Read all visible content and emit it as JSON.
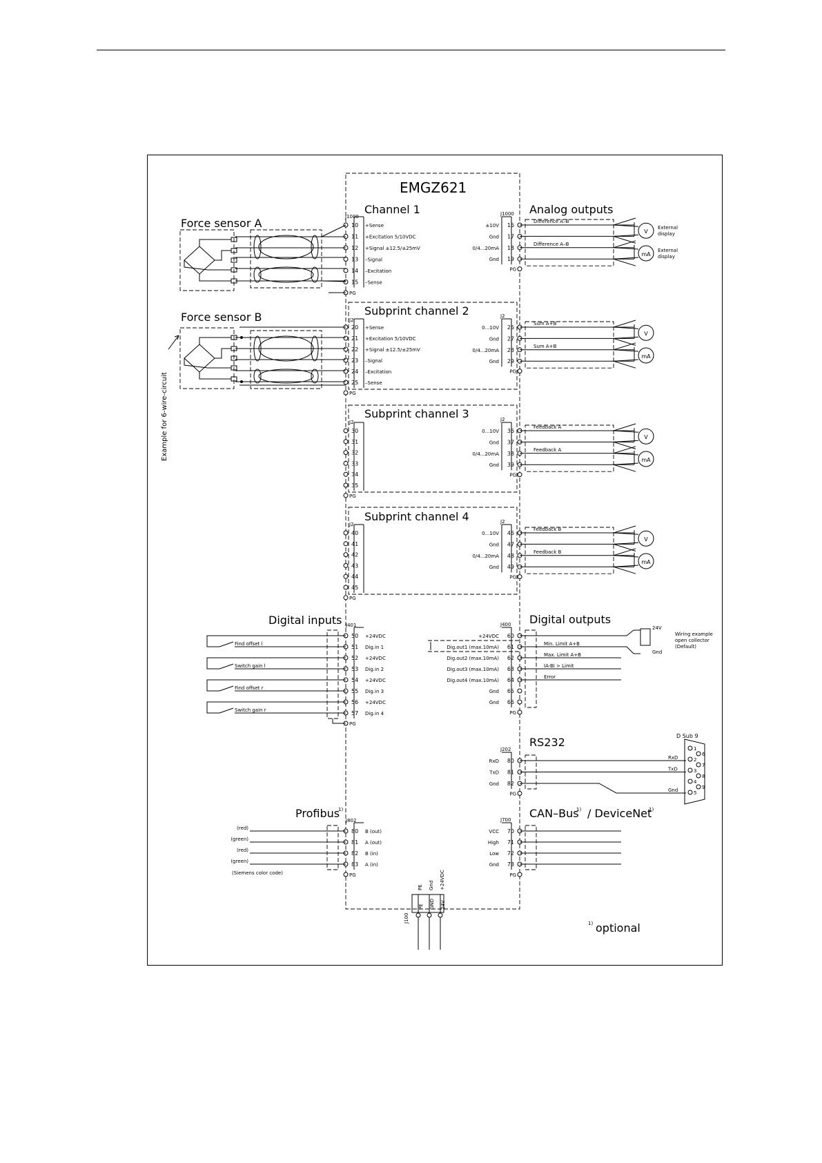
{
  "device": {
    "title": "EMGZ621",
    "footnote": "optional",
    "footnote_mark": "1)"
  },
  "vertical_note": "Example for 6-wire-circuit",
  "channel1": {
    "title": "Channel 1",
    "connector": "J1000",
    "sensor_label": "Force sensor A",
    "pins": [
      {
        "n": "10",
        "label": "+Sense"
      },
      {
        "n": "11",
        "label": "+Excitation 5/10VDC"
      },
      {
        "n": "12",
        "label": "+Signal ±12.5/±25mV"
      },
      {
        "n": "13",
        "label": "–Signal"
      },
      {
        "n": "14",
        "label": "–Excitation"
      },
      {
        "n": "15",
        "label": "–Sense"
      }
    ],
    "pg": "PG"
  },
  "channel2": {
    "title": "Subprint channel 2",
    "connector": "J2",
    "sensor_label": "Force sensor B",
    "pins": [
      {
        "n": "20",
        "label": "+Sense"
      },
      {
        "n": "21",
        "label": "+Excitation 5/10VDC"
      },
      {
        "n": "22",
        "label": "+Signal ±12.5/±25mV"
      },
      {
        "n": "23",
        "label": "–Signal"
      },
      {
        "n": "24",
        "label": "–Excitation"
      },
      {
        "n": "25",
        "label": "–Sense"
      }
    ],
    "pg": "PG"
  },
  "channel3": {
    "title": "Subprint channel 3",
    "connector": "J2",
    "pins": [
      "30",
      "31",
      "32",
      "33",
      "34",
      "35"
    ],
    "pg": "PG"
  },
  "channel4": {
    "title": "Subprint channel 4",
    "connector": "J2",
    "pins": [
      "40",
      "41",
      "42",
      "43",
      "44",
      "45"
    ],
    "pg": "PG"
  },
  "analog_outputs": {
    "title": "Analog outputs",
    "groups": [
      {
        "connector": "J1000",
        "pins": [
          {
            "n": "16",
            "label": "±10V",
            "sig": "Difference A–B",
            "meter": "V",
            "display": "External display"
          },
          {
            "n": "17",
            "label": "Gnd"
          },
          {
            "n": "18",
            "label": "0/4...20mA",
            "sig": "Difference A–B",
            "meter": "mA",
            "display": "External display"
          },
          {
            "n": "19",
            "label": "Gnd"
          }
        ]
      },
      {
        "connector": "J2",
        "pins": [
          {
            "n": "26",
            "label": "0...10V",
            "sig": "Sum A+B",
            "meter": "V"
          },
          {
            "n": "27",
            "label": "Gnd"
          },
          {
            "n": "28",
            "label": "0/4...20mA",
            "sig": "Sum A+B",
            "meter": "mA"
          },
          {
            "n": "29",
            "label": "Gnd"
          }
        ]
      },
      {
        "connector": "J2",
        "pins": [
          {
            "n": "36",
            "label": "0...10V",
            "sig": "Feedback A",
            "meter": "V"
          },
          {
            "n": "37",
            "label": "Gnd"
          },
          {
            "n": "38",
            "label": "0/4...20mA",
            "sig": "Feedback A",
            "meter": "mA"
          },
          {
            "n": "39",
            "label": "Gnd"
          }
        ]
      },
      {
        "connector": "J2",
        "pins": [
          {
            "n": "46",
            "label": "0...10V",
            "sig": "Feedback B",
            "meter": "V"
          },
          {
            "n": "47",
            "label": "Gnd"
          },
          {
            "n": "48",
            "label": "0/4...20mA",
            "sig": "Feedback B",
            "meter": "mA"
          },
          {
            "n": "49",
            "label": "Gnd"
          }
        ]
      }
    ]
  },
  "digital_inputs": {
    "title": "Digital inputs",
    "connector": "J401",
    "pins": [
      {
        "n": "50",
        "label": "+24VDC"
      },
      {
        "n": "51",
        "label": "Dig.in 1",
        "switch": "Find offset l"
      },
      {
        "n": "52",
        "label": "+24VDC"
      },
      {
        "n": "53",
        "label": "Dig.in 2",
        "switch": "Switch gain l"
      },
      {
        "n": "54",
        "label": "+24VDC"
      },
      {
        "n": "55",
        "label": "Dig.in 3",
        "switch": "Find offset r"
      },
      {
        "n": "56",
        "label": "+24VDC"
      },
      {
        "n": "57",
        "label": "Dig.in 4",
        "switch": "Switch gain r"
      }
    ],
    "pg": "PG"
  },
  "digital_outputs": {
    "title": "Digital outputs",
    "connector": "J400",
    "pins": [
      {
        "n": "60",
        "label": "+24VDC"
      },
      {
        "n": "61",
        "label": "Dig.out1 (max.10mA)",
        "sig": "Min. Limit A+B"
      },
      {
        "n": "62",
        "label": "Dig.out2 (max.10mA)",
        "sig": "Max. Limit A+B"
      },
      {
        "n": "63",
        "label": "Dig.out3 (max.10mA)",
        "sig": "IA-BI > Limit"
      },
      {
        "n": "64",
        "label": "Dig.out4 (max.10mA)",
        "sig": "Error"
      },
      {
        "n": "65",
        "label": "Gnd"
      },
      {
        "n": "66",
        "label": "Gnd"
      }
    ],
    "wiring": {
      "label": "Wiring example open collector (Default)",
      "v": "24V",
      "gnd": "Gnd"
    },
    "pg": "PG"
  },
  "rs232": {
    "title": "RS232",
    "connector": "J202",
    "pins": [
      {
        "n": "80",
        "label": "RxD"
      },
      {
        "n": "81",
        "label": "TxD"
      },
      {
        "n": "82",
        "label": "Gnd"
      }
    ],
    "dsub": {
      "title": "D Sub 9",
      "signals": [
        "RxD",
        "TxD",
        "Gnd"
      ],
      "numbers": [
        "1",
        "2",
        "3",
        "4",
        "5",
        "6",
        "7",
        "8",
        "9"
      ]
    },
    "pg": "PG"
  },
  "profibus": {
    "title": "Profibus",
    "connector": "J802",
    "pins": [
      {
        "n": "80",
        "label": "B (out)",
        "wire": "(red)"
      },
      {
        "n": "81",
        "label": "A (out)",
        "wire": "(green)"
      },
      {
        "n": "82",
        "label": "B (in)",
        "wire": "(red)"
      },
      {
        "n": "83",
        "label": "A (in)",
        "wire": "(green)"
      }
    ],
    "note": "(Siemens color code)",
    "pg": "PG"
  },
  "canbus": {
    "title": "CAN–Bus",
    "title2": "/ DeviceNet",
    "connector": "J700",
    "pins": [
      {
        "n": "70",
        "label": "VCC"
      },
      {
        "n": "71",
        "label": "High"
      },
      {
        "n": "72",
        "label": "Low"
      },
      {
        "n": "73",
        "label": "Gnd"
      }
    ],
    "pg": "PG"
  },
  "power": {
    "connector": "J100",
    "pins": [
      "PE",
      "GND",
      "24V"
    ],
    "labels": [
      "PE",
      "Gnd",
      "+24VDC"
    ]
  }
}
